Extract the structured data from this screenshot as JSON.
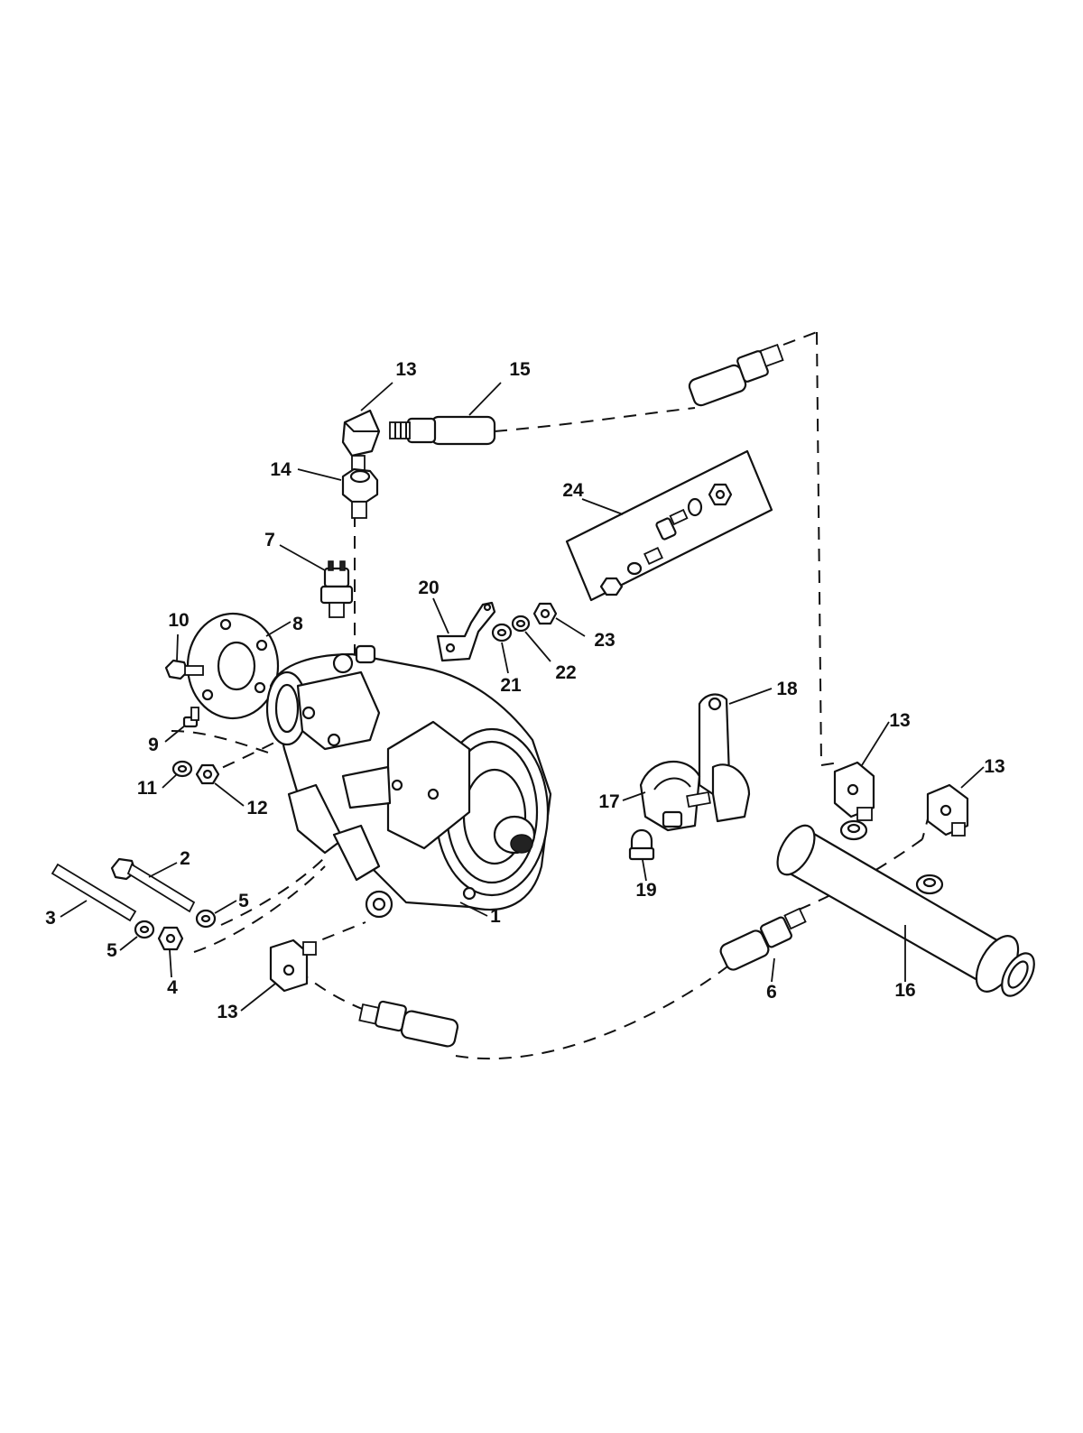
{
  "callouts": [
    {
      "id": "c13a",
      "text": "13"
    },
    {
      "id": "c15",
      "text": "15"
    },
    {
      "id": "c14",
      "text": "14"
    },
    {
      "id": "c24",
      "text": "24"
    },
    {
      "id": "c7",
      "text": "7"
    },
    {
      "id": "c20",
      "text": "20"
    },
    {
      "id": "c23",
      "text": "23"
    },
    {
      "id": "c22",
      "text": "22"
    },
    {
      "id": "c21",
      "text": "21"
    },
    {
      "id": "c10",
      "text": "10"
    },
    {
      "id": "c8",
      "text": "8"
    },
    {
      "id": "c18",
      "text": "18"
    },
    {
      "id": "c13b",
      "text": "13"
    },
    {
      "id": "c13c",
      "text": "13"
    },
    {
      "id": "c9",
      "text": "9"
    },
    {
      "id": "c11",
      "text": "11"
    },
    {
      "id": "c12",
      "text": "12"
    },
    {
      "id": "c17",
      "text": "17"
    },
    {
      "id": "c2",
      "text": "2"
    },
    {
      "id": "c19",
      "text": "19"
    },
    {
      "id": "c5a",
      "text": "5"
    },
    {
      "id": "c3",
      "text": "3"
    },
    {
      "id": "c1",
      "text": "1"
    },
    {
      "id": "c5b",
      "text": "5"
    },
    {
      "id": "c4",
      "text": "4"
    },
    {
      "id": "c6",
      "text": "6"
    },
    {
      "id": "c16",
      "text": "16"
    },
    {
      "id": "c13d",
      "text": "13"
    }
  ]
}
